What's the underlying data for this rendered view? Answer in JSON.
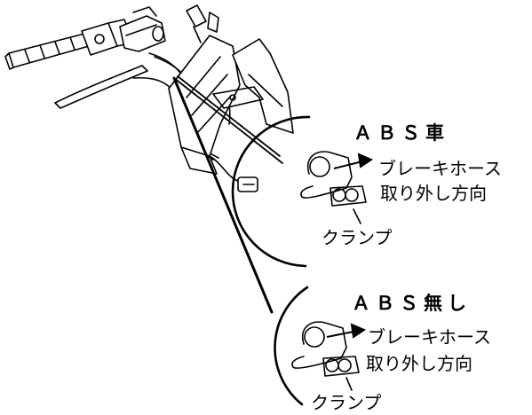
{
  "callouts": [
    {
      "title": "ＡＢＳ車",
      "direction_label": "ブレーキホース",
      "direction_label_2": "取り外し方向",
      "clamp_label": "クランプ"
    },
    {
      "title": "ＡＢＳ無し",
      "direction_label": "ブレーキホース",
      "direction_label_2": "取り外し方向",
      "clamp_label": "クランプ"
    }
  ],
  "colors": {
    "ink": "#000000",
    "background": "#ffffff"
  }
}
